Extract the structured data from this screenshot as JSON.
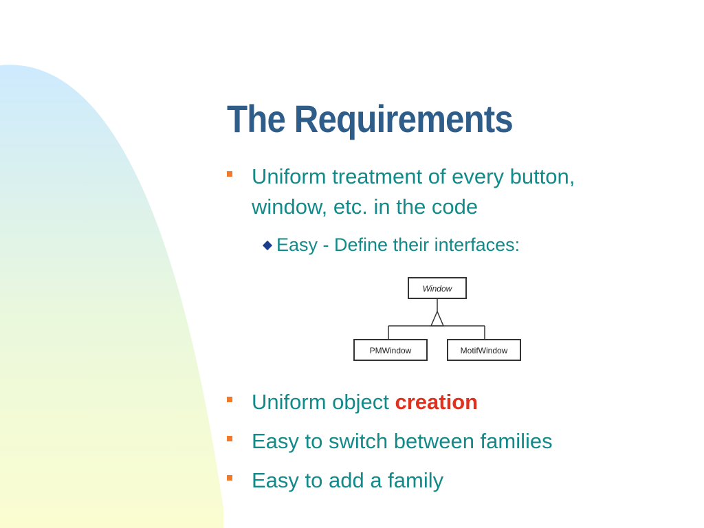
{
  "slide": {
    "title": "The Requirements",
    "bullets": [
      {
        "text": "Uniform treatment of every button,",
        "text2": "window, etc. in the code"
      },
      {
        "text": "Uniform object ",
        "highlight": "creation"
      },
      {
        "text": "Easy to switch between families"
      },
      {
        "text": "Easy to add a family"
      }
    ],
    "sub_bullet": "Easy - Define their interfaces:",
    "diagram": {
      "parent": "Window",
      "children": [
        "PMWindow",
        "MotifWindow"
      ]
    }
  },
  "colors": {
    "title": "#2f5d8a",
    "bullet_text": "#138a8a",
    "bullet_marker": "#f07a2a",
    "highlight": "#e0301e",
    "sub_marker": "#1a3d8f"
  }
}
